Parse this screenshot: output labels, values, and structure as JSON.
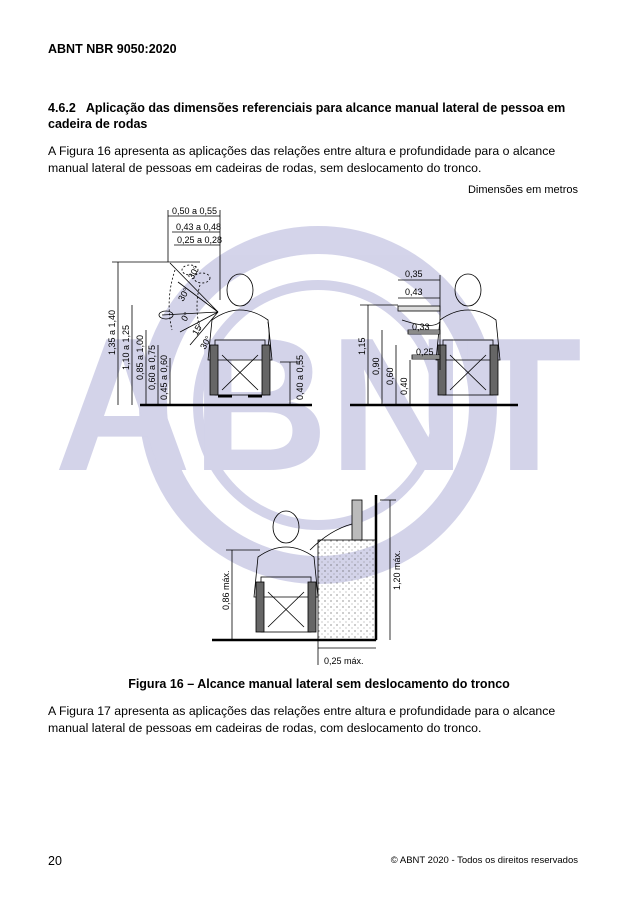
{
  "header": {
    "standard": "ABNT NBR 9050:2020"
  },
  "section": {
    "number": "4.6.2",
    "title": "Aplicação das dimensões referenciais para alcance manual lateral de pessoa em cadeira de rodas"
  },
  "paragraph1": "A Figura 16 apresenta as aplicações das relações entre altura e profundidade para o alcance manual lateral de pessoas em cadeiras de rodas, sem deslocamento do tronco.",
  "dimensions_note": "Dimensões em metros",
  "figure": {
    "caption": "Figura 16 – Alcance manual lateral sem deslocamento do tronco",
    "left_view": {
      "horizontal": [
        "0,50 a 0,55",
        "0,43 a 0,48",
        "0,25 a 0,28"
      ],
      "vertical": [
        "1,35 a 1,40",
        "1,10 a 1,25",
        "0,85 a 1,00",
        "0,60 a 0,75",
        "0,45 a 0,60",
        "0,40 a 0,55"
      ],
      "angles": [
        "30°",
        "30°",
        "0°",
        "15°",
        "30°"
      ]
    },
    "right_view": {
      "horizontal": [
        "0,35",
        "0,43",
        "0,33",
        "0,25"
      ],
      "vertical": [
        "1,15",
        "0,90",
        "0,60",
        "0,40"
      ]
    },
    "bottom_view": {
      "vertical": [
        "0,86 máx.",
        "1,20 máx."
      ],
      "horizontal": [
        "0,25 máx."
      ]
    }
  },
  "paragraph2": "A Figura 17 apresenta as aplicações das relações entre altura e profundidade para o alcance manual lateral de pessoas em cadeiras de rodas, com deslocamento do tronco.",
  "footer": {
    "page": "20",
    "copyright": "© ABNT 2020 - Todos os direitos reservados"
  }
}
